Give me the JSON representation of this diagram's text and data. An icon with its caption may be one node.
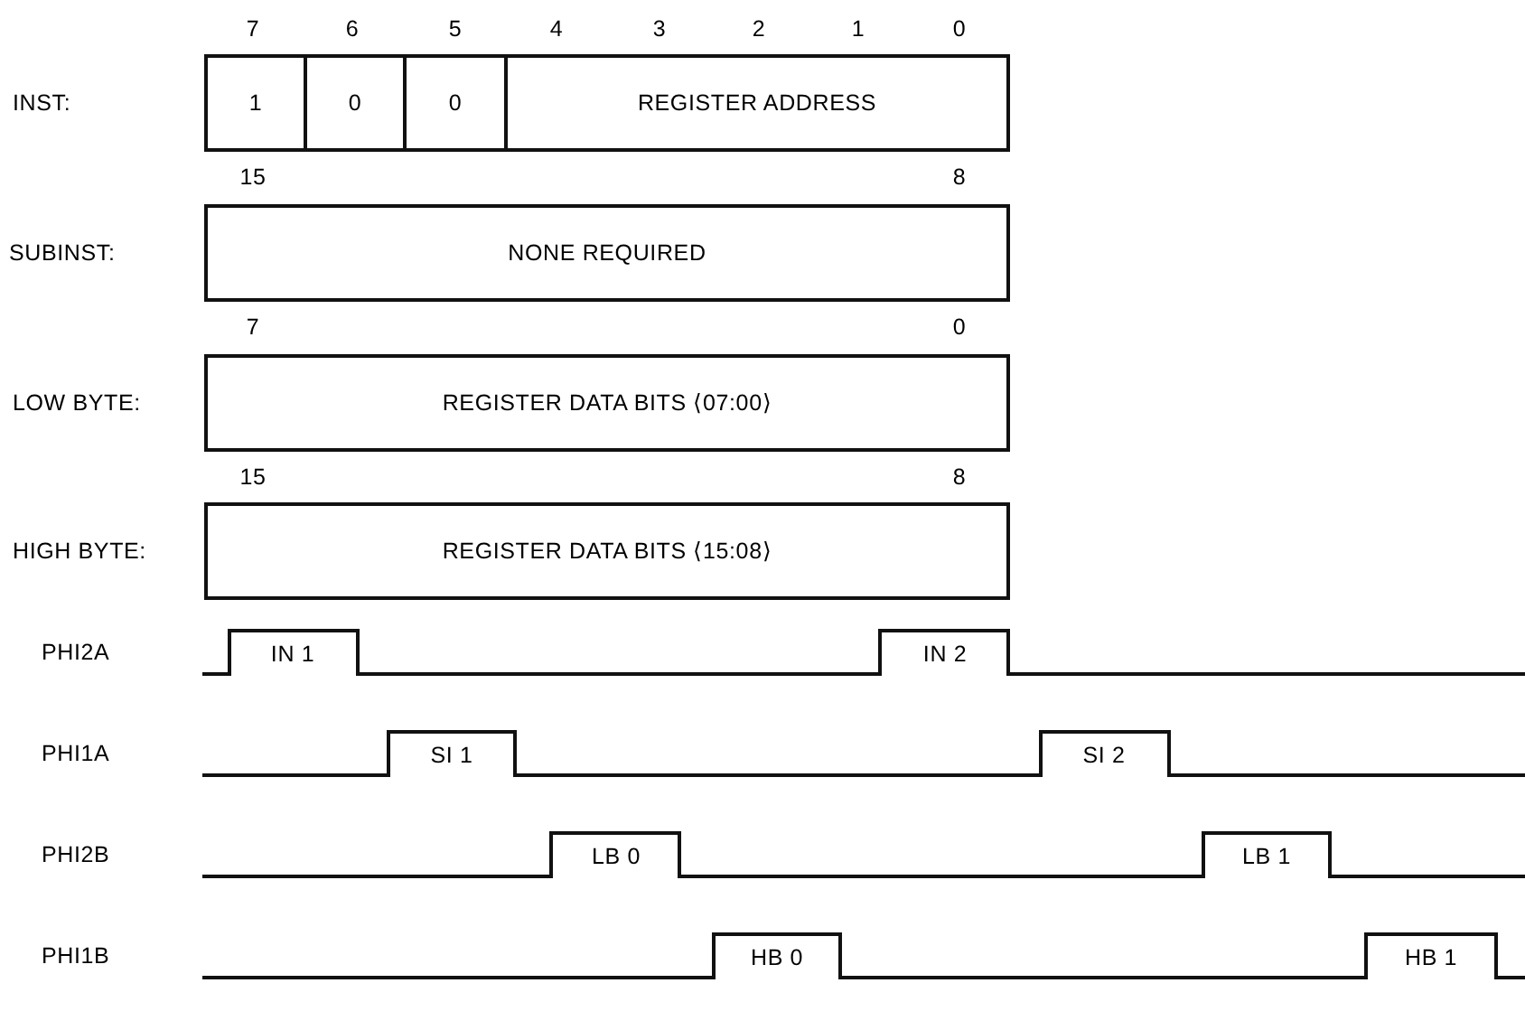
{
  "diagram": {
    "nodes": [
      {
        "text": [
          "1"
        ]
      },
      {
        "text": [
          "0"
        ]
      },
      {
        "text": [
          "0"
        ]
      },
      {
        "text": [
          "REGISTER ADDRESS"
        ]
      },
      {
        "text": [
          "NONE REQUIRED"
        ]
      },
      {
        "text": [
          "REGISTER DATA BITS ⟨07:00⟩"
        ]
      },
      {
        "text": [
          "REGISTER DATA BITS ⟨15:08⟩"
        ]
      }
    ],
    "labels": [
      "7",
      "6",
      "5",
      "4",
      "3",
      "2",
      "1",
      "0",
      "INST:",
      "15",
      "8",
      "SUBINST:",
      "7",
      "0",
      "LOW BYTE:",
      "15",
      "8",
      "HIGH BYTE:",
      "PHI2A",
      "IN 1",
      "IN 2",
      "PHI1A",
      "SI 1",
      "SI 2",
      "PHI2B",
      "LB 0",
      "LB 1",
      "PHI1B",
      "HB 0",
      "HB 1"
    ]
  }
}
